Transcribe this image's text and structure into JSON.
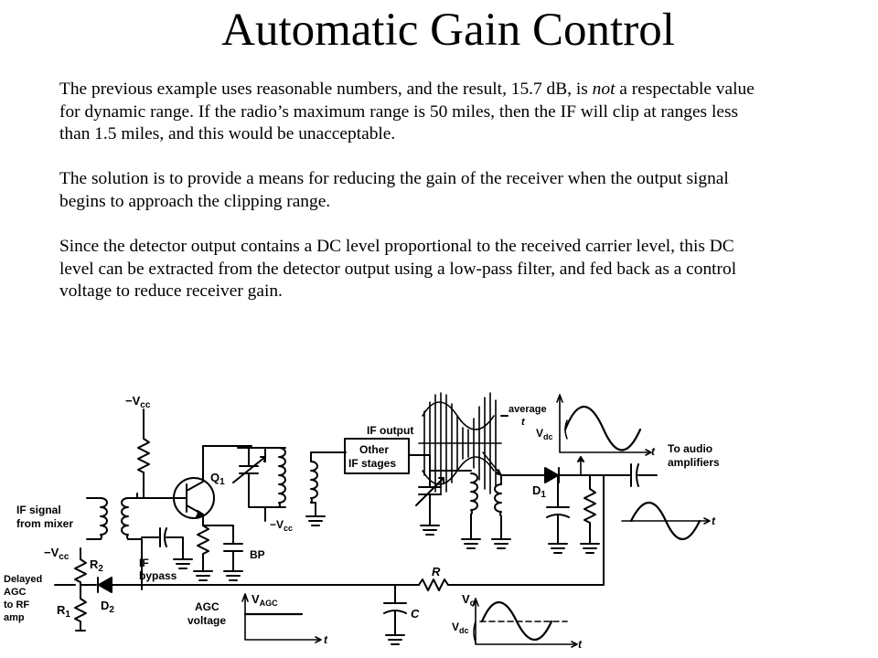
{
  "title": "Automatic Gain Control",
  "paragraphs": {
    "p1_before": "The previous example uses reasonable numbers, and the result, 15.7 dB, is ",
    "p1_em": "not",
    "p1_after": " a respectable value for dynamic range.  If the radio’s maximum range is 50 miles, then the IF will clip at ranges less than 1.5 miles, and this would be unacceptable.",
    "p2": "The solution is to provide a means for reducing the gain of the receiver when the output signal begins to approach the clipping range.",
    "p3": "Since the detector output contains a DC level proportional to the received carrier level, this DC level can be extracted from the detector output using a low-pass filter, and fed back as a control voltage to reduce receiver gain."
  },
  "circuit": {
    "vcc_top": "−V",
    "vcc_sub": "cc",
    "if_signal_line1": "IF signal",
    "if_signal_line2": "from mixer",
    "vcc_left": "−V",
    "vcc_left_sub": "cc",
    "q1": "Q",
    "q1_sub": "1",
    "vcc_tank": "−V",
    "vcc_tank_sub": "cc",
    "if_bypass_line1": "IF",
    "if_bypass_line2": "bypass",
    "bp": "BP",
    "r2": "R",
    "r2_sub": "2",
    "r1": "R",
    "r1_sub": "1",
    "d2": "D",
    "d2_sub": "2",
    "delayed_agc_lines": [
      "Delayed",
      "AGC",
      "to RF",
      "amp"
    ],
    "other_if_line1": "Other",
    "other_if_line2": "IF stages",
    "if_output": "IF output",
    "average": "average",
    "t": "t",
    "vdc": "V",
    "vdc_sub": "dc",
    "d1": "D",
    "d1_sub": "1",
    "to_audio_line1": "To audio",
    "to_audio_line2": "amplifiers",
    "r": "R",
    "c": "C",
    "vo": "V",
    "vo_sub": "o",
    "agc_voltage_line1": "AGC",
    "agc_voltage_line2": "voltage",
    "vagc": "V",
    "vagc_sub": "AGC"
  }
}
